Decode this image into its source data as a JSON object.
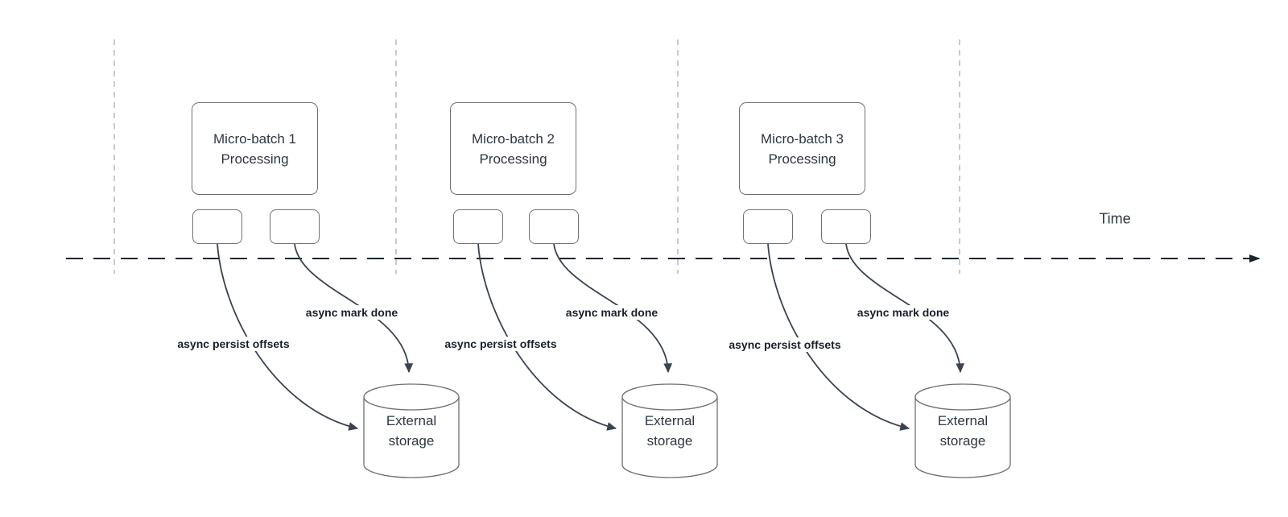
{
  "diagram": {
    "time_axis": {
      "label": "Time"
    },
    "batches": [
      {
        "box_label": "Micro-batch 1\nProcessing",
        "persist_edge_label": "async persist offsets",
        "mark_done_edge_label": "async mark done",
        "storage_label": "External\nstorage"
      },
      {
        "box_label": "Micro-batch 2\nProcessing",
        "persist_edge_label": "async persist offsets",
        "mark_done_edge_label": "async mark done",
        "storage_label": "External\nstorage"
      },
      {
        "box_label": "Micro-batch 3\nProcessing",
        "persist_edge_label": "async persist offsets",
        "mark_done_edge_label": "async mark done",
        "storage_label": "External\nstorage"
      }
    ],
    "colors": {
      "timeline_stroke": "#1f242c",
      "guide_stroke": "#b0b3b8",
      "shape_stroke": "#6d7075",
      "edge_stroke": "#3a4350",
      "box_text": "#2f3640",
      "edge_label_text": "#18202c"
    }
  }
}
